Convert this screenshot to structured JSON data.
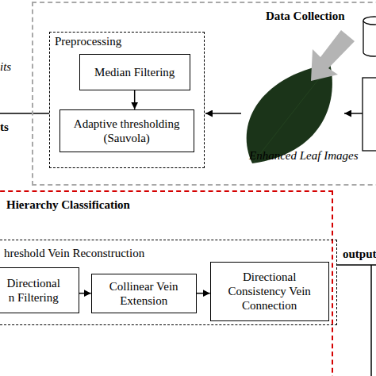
{
  "diagram": {
    "nodes": [
      {
        "text": [
          "Data Collection"
        ]
      },
      {
        "text": [
          "Preprocessing"
        ],
        "in": 0
      },
      {
        "text": [
          "Median Filtering"
        ],
        "in": 1
      },
      {
        "text": [
          "Adaptive thresholding (Sauvola)"
        ],
        "in": 1
      },
      {
        "text": [
          "Hierarchy Classification"
        ]
      },
      {
        "text": [
          "hreshold Vein Reconstruction"
        ],
        "in": 4
      },
      {
        "text": [
          "Directional n Filtering"
        ],
        "in": 5
      },
      {
        "text": [
          "Collinear Vein Extension"
        ],
        "in": 5
      },
      {
        "text": [
          "Directional Consistency Vein Connection"
        ],
        "in": 5
      }
    ],
    "edges": [
      {
        "from": 2,
        "to": 3,
        "arrow": "to"
      },
      {
        "from": 6,
        "to": 7,
        "arrow": "to"
      },
      {
        "from": 7,
        "to": 8,
        "arrow": "to"
      }
    ],
    "labels": [
      "its",
      "ts",
      "Enhanced Leaf Images",
      "output"
    ]
  }
}
